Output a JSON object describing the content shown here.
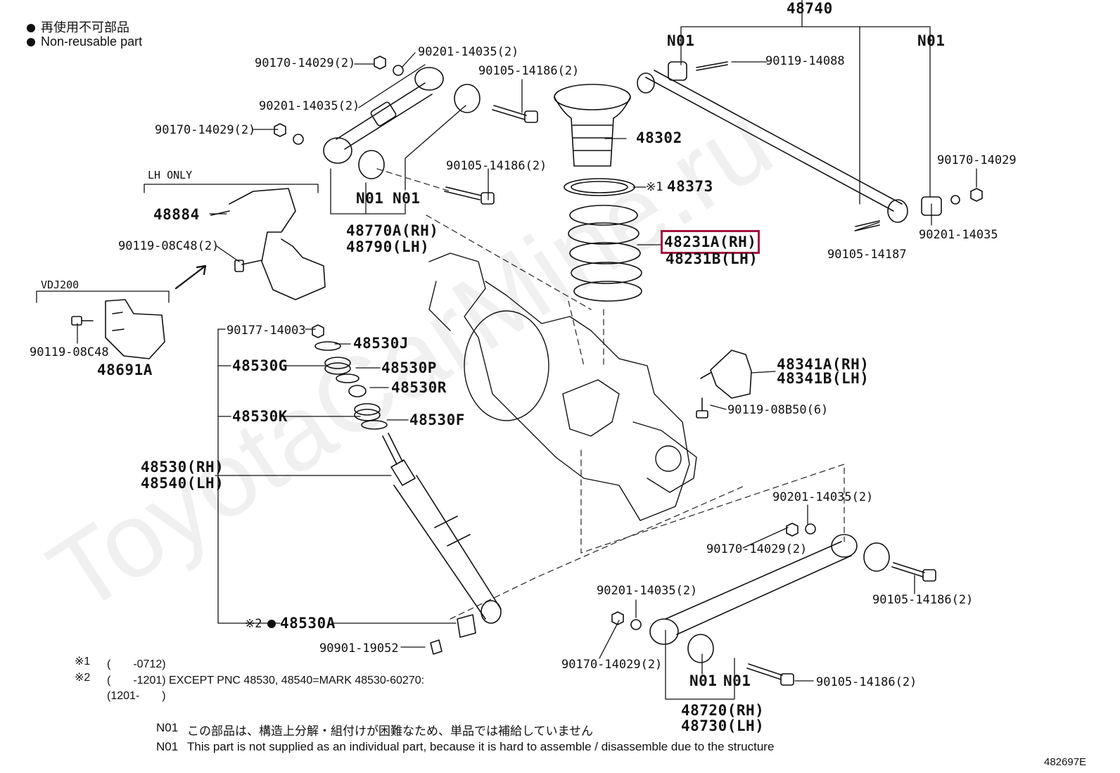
{
  "legend": {
    "items": [
      {
        "symbol": "●",
        "text": "再使用不可部品"
      },
      {
        "symbol": "●",
        "text": "Non-reusable part"
      }
    ]
  },
  "watermark": "ToyotaCarMine.ru",
  "colors": {
    "highlight": "#a3153e",
    "line": "#111111",
    "dash": "#333333"
  },
  "parts": {
    "p48740": "48740",
    "n01_top_left": "N01",
    "n01_top_right": "N01",
    "p90119_14088": "90119-14088",
    "p90170_14029_a": "90170-14029(2)",
    "p90201_14035_a": "90201-14035(2)",
    "p90105_14186_a": "90105-14186(2)",
    "p90201_14035_b": "90201-14035(2)",
    "p90170_14029_b": "90170-14029(2)",
    "p48302": "48302",
    "p90105_14186_b": "90105-14186(2)",
    "p48373_mark": "※1",
    "p48373": "48373",
    "p90170_14029_c": "90170-14029",
    "lh_only": "LH ONLY",
    "p48884": "48884",
    "n01_arm_a": "N01",
    "n01_arm_b": "N01",
    "p90201_14035_c": "90201-14035",
    "p48770a": "48770A(RH)",
    "p48790": "48790(LH)",
    "p48231a": "48231A(RH)",
    "p48231b": "48231B(LH)",
    "p90105_14187": "90105-14187",
    "p90119_08c48_a": "90119-08C48(2)",
    "vdj200": "VDJ200",
    "p90119_08c48_b": "90119-08C48",
    "p48691a": "48691A",
    "p90177_14003": "90177-14003",
    "p48530j": "48530J",
    "p48530g": "48530G",
    "p48530p": "48530P",
    "p48530r": "48530R",
    "p48530k": "48530K",
    "p48530f": "48530F",
    "p48341a": "48341A(RH)",
    "p48341b": "48341B(LH)",
    "p90119_08b50": "90119-08B50(6)",
    "p48530": "48530(RH)",
    "p48540": "48540(LH)",
    "p90201_14035_d": "90201-14035(2)",
    "p90170_14029_d": "90170-14029(2)",
    "p90105_14186_c": "90105-14186(2)",
    "p90201_14035_e": "90201-14035(2)",
    "p48530a_mark": "※2",
    "p48530a": "48530A",
    "p90901_19052": "90901-19052",
    "p90170_14029_e": "90170-14029(2)",
    "n01_low_a": "N01",
    "n01_low_b": "N01",
    "p90105_14186_d": "90105-14186(2)",
    "p48720": "48720(RH)",
    "p48730": "48730(LH)"
  },
  "footnotes": {
    "note1_mark": "※1",
    "note1_text": "(　　-0712)",
    "note2_mark": "※2",
    "note2_text": "(　　-1201) EXCEPT PNC 48530, 48540=MARK 48530-60270:",
    "note2_cont": "(1201-　　)",
    "n01_jp_code": "N01",
    "n01_jp_text": "この部品は、構造上分解・組付けが困難なため、単品では補給していません",
    "n01_en_code": "N01",
    "n01_en_text": "This part is not supplied as an individual part, because it is hard to assemble / disassemble due to the structure",
    "figure_id": "482697E"
  }
}
